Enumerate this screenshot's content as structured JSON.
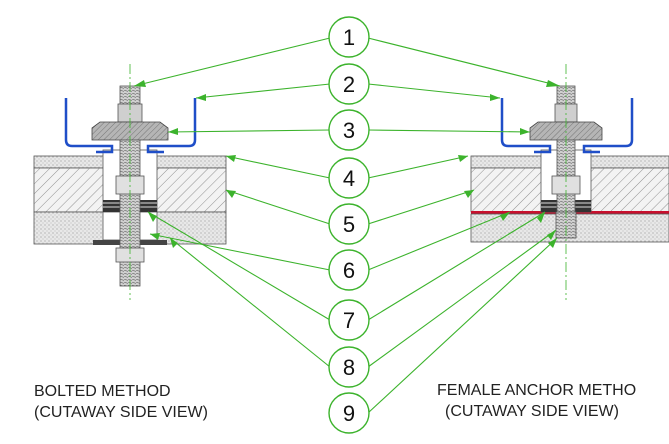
{
  "callouts": [
    "1",
    "2",
    "3",
    "4",
    "5",
    "6",
    "7",
    "8",
    "9"
  ],
  "captions": {
    "left": {
      "line1": "BOLTED METHOD",
      "line2": "(CUTAWAY SIDE VIEW)"
    },
    "right": {
      "line1": "FEMALE ANCHOR METHO",
      "line2": "(CUTAWAY SIDE VIEW)"
    }
  },
  "colors": {
    "leader": "#3cb32c",
    "bracket": "#1f4ec8",
    "seal": "#c8102e",
    "metal": "#9a9a9a"
  }
}
